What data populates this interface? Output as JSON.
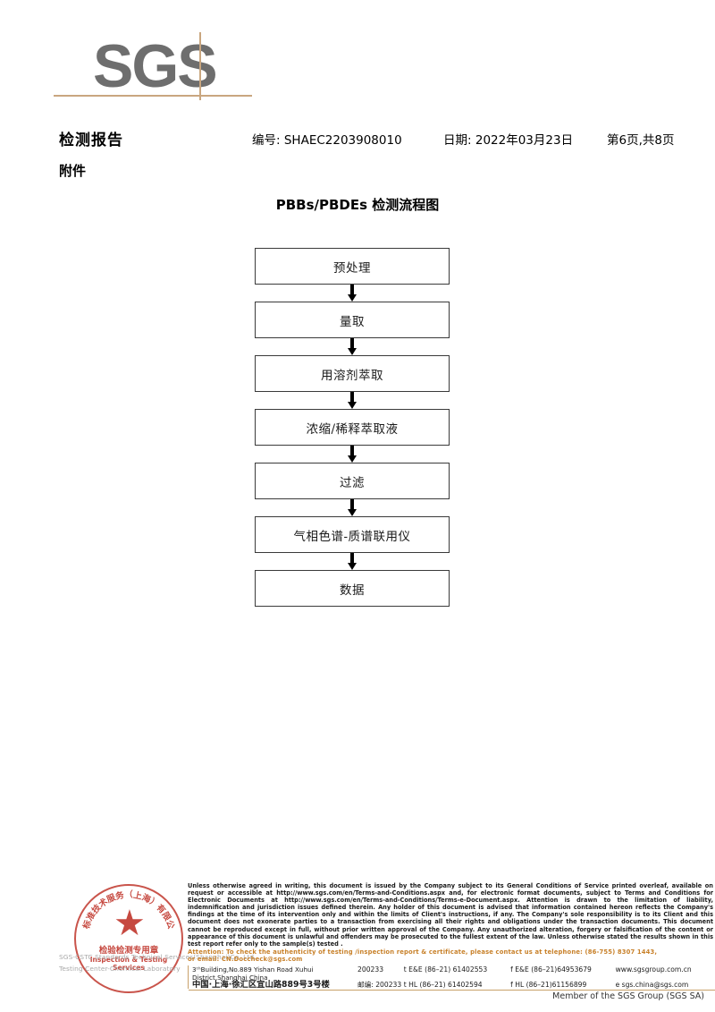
{
  "logo": {
    "text": "SGS"
  },
  "header": {
    "report_title": "检测报告",
    "report_no_label": "编号:",
    "report_no": "SHAEC2203908010",
    "date_label": "日期:",
    "date": "2022年03月23日",
    "page_info": "第6页,共8页",
    "attachment_label": "附件"
  },
  "flowchart": {
    "title": "PBBs/PBDEs 检测流程图",
    "type": "flowchart",
    "nodes": [
      {
        "id": "pretreat",
        "label": "预处理"
      },
      {
        "id": "measure",
        "label": "量取"
      },
      {
        "id": "extract",
        "label": "用溶剂萃取"
      },
      {
        "id": "concentrate",
        "label": "浓缩/稀释萃取液"
      },
      {
        "id": "filter",
        "label": "过滤"
      },
      {
        "id": "gcms",
        "label": "气相色谱-质谱联用仪"
      },
      {
        "id": "data",
        "label": "数据"
      }
    ]
  },
  "seal": {
    "arc_top": "标准技术服务（上海）有限公",
    "center_cn": "检验检测专用章",
    "center_en": "Inspection & Testing Services",
    "star": "★",
    "watermark_line1": "SGS-CSTC Standards Technical Services(Shanghai)Co.,Ltd.",
    "watermark_line2": "Testing Center-Chemical Laboratory"
  },
  "footer": {
    "legal_paragraphs": [
      "Unless otherwise agreed in writing, this document is issued by the Company subject to its General Conditions of Service printed overleaf, available on request or accessible at http://www.sgs.com/en/Terms-and-Conditions.aspx and, for electronic format documents, subject to Terms and Conditions for Electronic Documents at http://www.sgs.com/en/Terms-and-Conditions/Terms-e-Document.aspx. Attention is drawn to the limitation of liability, indemnification and jurisdiction issues defined therein. Any holder of this document is advised that information contained hereon reflects the Company's findings at the time of its intervention only and within the limits of Client's instructions, if any. The Company's sole responsibility is to its Client and this document does not exonerate parties to a transaction from exercising all their rights and obligations under the transaction documents. This document cannot be reproduced except in full, without prior written approval of the Company. Any unauthorized alteration, forgery or falsification of the content or appearance of this document is unlawful and offenders may be prosecuted to the fullest extent of the law. Unless otherwise stated the results shown in this test report refer only to the sample(s) tested ."
    ],
    "attention_line1": "Attention: To check the authenticity of testing /inspection report & certificate, please contact us at telephone: (86-755) 8307 1443,",
    "attention_line2": "or email: CN.Doccheck@sgs.com",
    "address_en": {
      "street": "3ᵗʰBuilding,No.889 Yishan Road Xuhui District,Shanghai China",
      "zip": "200233",
      "tel1": "t E&E (86–21) 61402553",
      "tel2": "f E&E (86–21)64953679",
      "web": "www.sgsgroup.com.cn"
    },
    "address_cn": {
      "street": "中国·上海·徐汇区宜山路889号3号楼",
      "zip_label": "邮编:",
      "zip": "200233",
      "tel1": "t HL (86–21) 61402594",
      "tel2": "f HL (86–21)61156899",
      "email": "e  sgs.china@sgs.com"
    },
    "member": "Member of the SGS Group (SGS SA)"
  },
  "colors": {
    "logo_grey": "#6e6e6e",
    "logo_tan": "#c9a67f",
    "seal_red": "#c0362c",
    "attention_orange": "#c8812a",
    "border_tan": "#c8a16a"
  }
}
